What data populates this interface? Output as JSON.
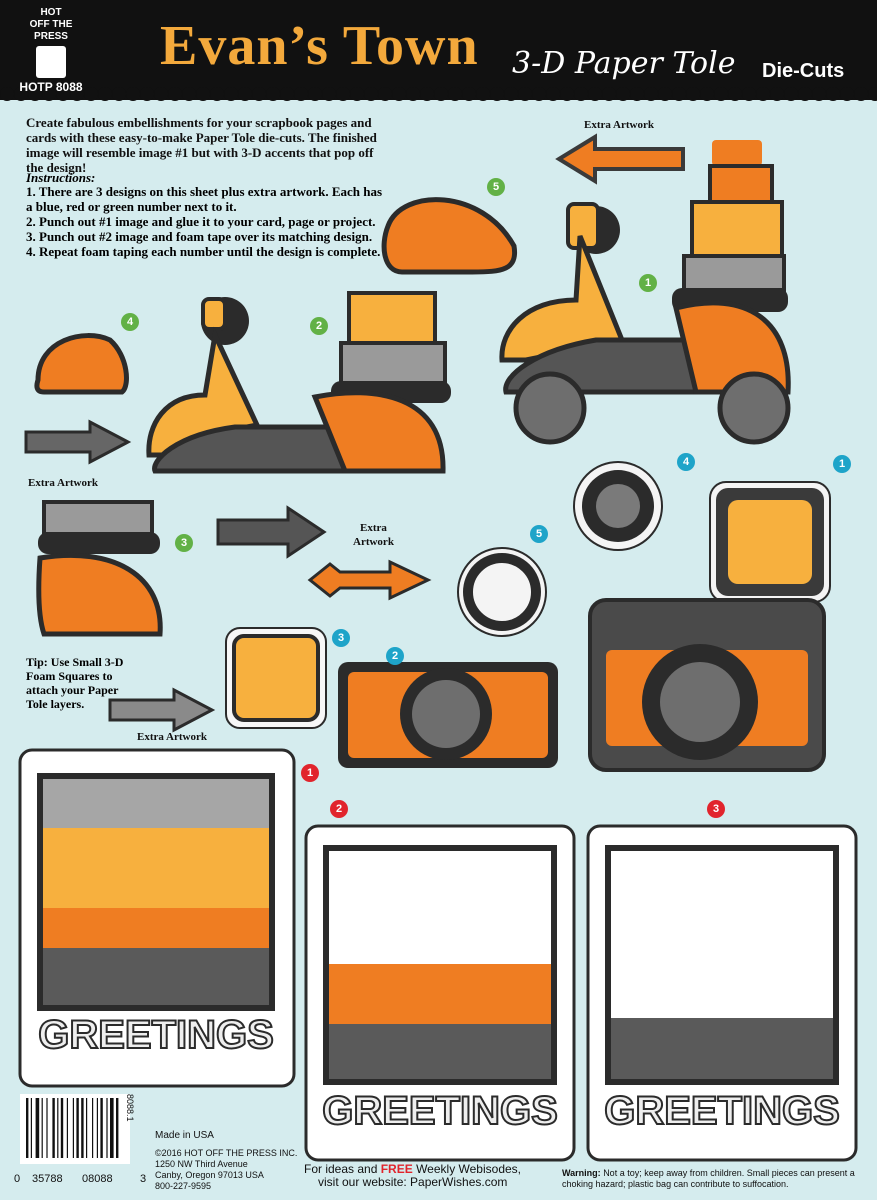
{
  "header": {
    "brand_line1": "HOT",
    "brand_line2": "OFF THE",
    "brand_line3": "PRESS",
    "product_code": "HOTP 8088",
    "title": "Evan’s Town",
    "subtitle": "3-D Paper Tole",
    "subtitle_suffix": "Die-Cuts"
  },
  "intro": "Create fabulous embellishments for your scrapbook pages and cards with these easy-to-make Paper Tole die-cuts. The finished image will resemble image #1 but with 3-D accents that pop off the design!",
  "instructions": {
    "title": "Instructions:",
    "steps": [
      "1. There are 3 designs on this sheet plus extra artwork. Each has a blue, red or green number next to it.",
      "2. Punch out #1 image and glue it to your card, page or project.",
      "3. Punch out #2 image and foam tape over its matching design.",
      "4. Repeat foam taping each number until the design is complete."
    ]
  },
  "tip": "Tip: Use Small 3-D Foam Squares to attach your Paper Tole layers.",
  "labels": {
    "extra_artwork": "Extra Artwork",
    "extra": "Extra",
    "artwork": "Artwork"
  },
  "badges": {
    "g1": "1",
    "g2": "2",
    "g3": "3",
    "g4": "4",
    "g5": "5",
    "b1": "1",
    "b2": "2",
    "b3": "3",
    "b4": "4",
    "b5": "5",
    "r1": "1",
    "r2": "2",
    "r3": "3"
  },
  "greetings": "GREETINGS",
  "footer": {
    "barcode_left": "0",
    "barcode_mid1": "35788",
    "barcode_mid2": "08088",
    "barcode_right": "3",
    "side_code": "8088.1",
    "made_in": "Made in USA",
    "copyright": "©2016 HOT OFF THE PRESS INC.",
    "address1": "1250 NW Third Avenue",
    "address2": "Canby, Oregon 97013 USA",
    "phone": "800-227-9595",
    "ideas_pre": "For ideas and ",
    "ideas_free": "FREE",
    "ideas_post": " Weekly Webisodes,",
    "visit": "visit our website: PaperWishes.com",
    "warning_label": "Warning:",
    "warning_text": "Not a toy; keep away from children. Small pieces can present a choking hazard; plastic bag can contribute to suffocation."
  },
  "colors": {
    "orange": "#ef7d22",
    "yellow": "#f7b03e",
    "dark": "#2b2b2b",
    "gray": "#5a5a5a",
    "background": "#d5ecee",
    "badge_green": "#62b146",
    "badge_blue": "#1ea4c9",
    "badge_red": "#e1242c"
  }
}
